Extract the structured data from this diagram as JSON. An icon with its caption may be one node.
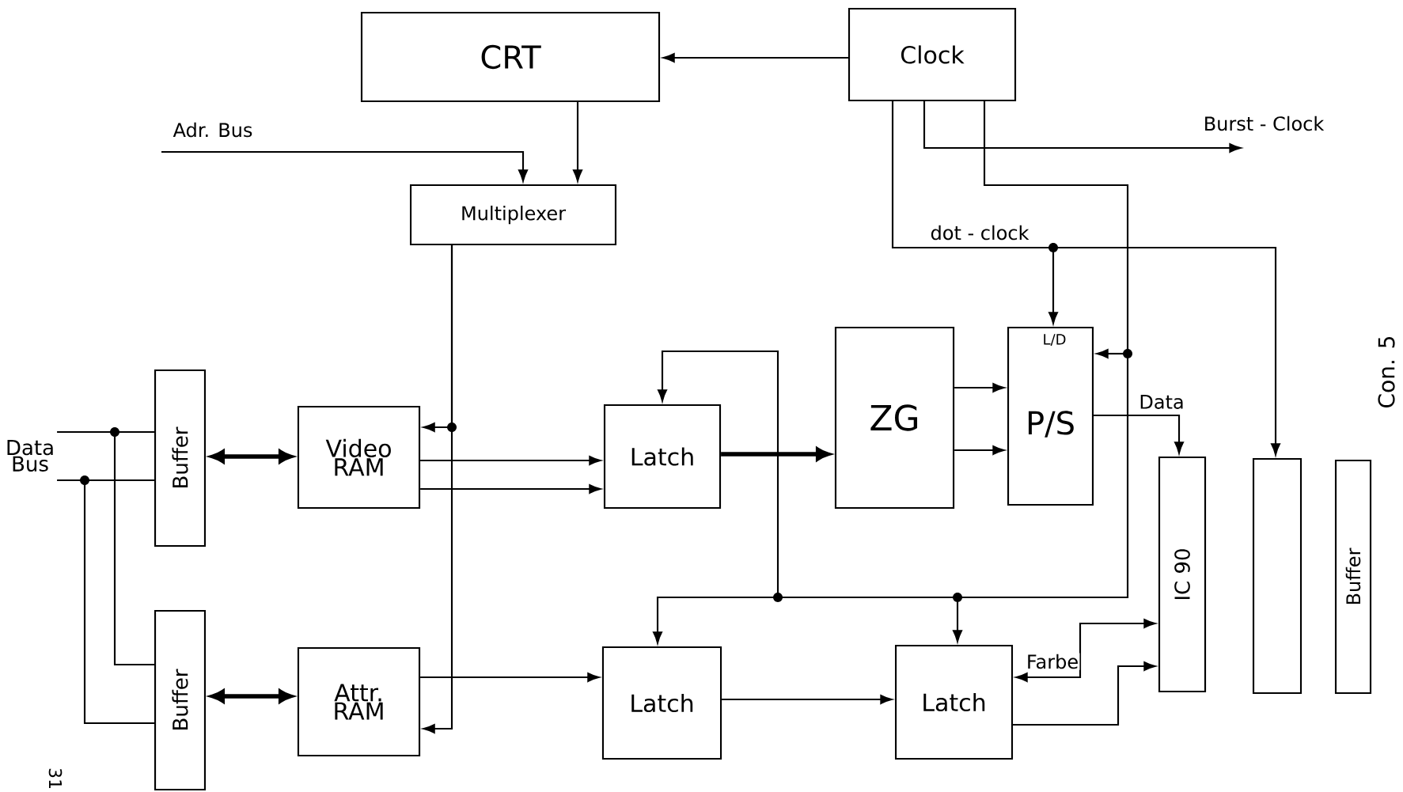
{
  "diagram": {
    "nodes": [
      {
        "text": [
          "CRT"
        ]
      },
      {
        "text": [
          "Clock"
        ]
      },
      {
        "text": [
          "Multiplexer"
        ]
      },
      {
        "text": [
          "Data Bus"
        ]
      },
      {
        "text": [
          "Buffer"
        ]
      },
      {
        "text": [
          "Video RAM"
        ]
      },
      {
        "text": [
          "Latch"
        ]
      },
      {
        "text": [
          "ZG"
        ]
      },
      {
        "text": [
          "L/D",
          "P/S"
        ]
      },
      {
        "text": [
          "Buffer"
        ]
      },
      {
        "text": [
          "Attr. RAM"
        ]
      },
      {
        "text": [
          "Latch"
        ]
      },
      {
        "text": [
          "Latch"
        ]
      },
      {
        "text": [
          "IC 90"
        ]
      },
      {
        "text": [],
        "shape": "box"
      },
      {
        "text": [
          "Buffer"
        ]
      }
    ],
    "edges": [
      {
        "from": 1,
        "to": 0,
        "arrow": "to"
      },
      {
        "from": 0,
        "to": 2,
        "arrow": "to"
      },
      {
        "from": null,
        "to": 2,
        "arrow": "to",
        "label": "Adr. Bus"
      },
      {
        "from": 2,
        "to": 5,
        "arrow": "to"
      },
      {
        "from": 2,
        "to": 10,
        "arrow": "to"
      },
      {
        "from": 3,
        "to": 4,
        "arrow": "none"
      },
      {
        "from": 3,
        "to": 4,
        "arrow": "none"
      },
      {
        "from": 3,
        "to": 9,
        "arrow": "none"
      },
      {
        "from": 3,
        "to": 9,
        "arrow": "none"
      },
      {
        "from": 4,
        "to": 5,
        "arrow": "both",
        "style": "thick"
      },
      {
        "from": 5,
        "to": 6,
        "arrow": "to"
      },
      {
        "from": 5,
        "to": 6,
        "arrow": "to"
      },
      {
        "from": 6,
        "to": 7,
        "arrow": "to",
        "style": "thick"
      },
      {
        "from": 7,
        "to": 8,
        "arrow": "to"
      },
      {
        "from": 7,
        "to": 8,
        "arrow": "to"
      },
      {
        "from": 1,
        "to": 8,
        "arrow": "to",
        "label": "dot - clock"
      },
      {
        "from": 1,
        "to": 14,
        "arrow": "to"
      },
      {
        "from": 1,
        "to": null,
        "arrow": "to",
        "label": "Burst - Clock"
      },
      {
        "from": 1,
        "to": 8,
        "arrow": "to"
      },
      {
        "from": 1,
        "to": 6,
        "arrow": "to"
      },
      {
        "from": 1,
        "to": 11,
        "arrow": "to"
      },
      {
        "from": 1,
        "to": 12,
        "arrow": "to"
      },
      {
        "from": 8,
        "to": 13,
        "arrow": "to",
        "label": "Data"
      },
      {
        "from": 9,
        "to": 10,
        "arrow": "both",
        "style": "thick"
      },
      {
        "from": 10,
        "to": 11,
        "arrow": "to"
      },
      {
        "from": 11,
        "to": 12,
        "arrow": "to"
      },
      {
        "from": 13,
        "to": 12,
        "arrow": "both",
        "label": "Farbe"
      },
      {
        "from": 12,
        "to": 13,
        "arrow": "to"
      }
    ],
    "labels": [
      "Con. 5",
      "31"
    ]
  }
}
